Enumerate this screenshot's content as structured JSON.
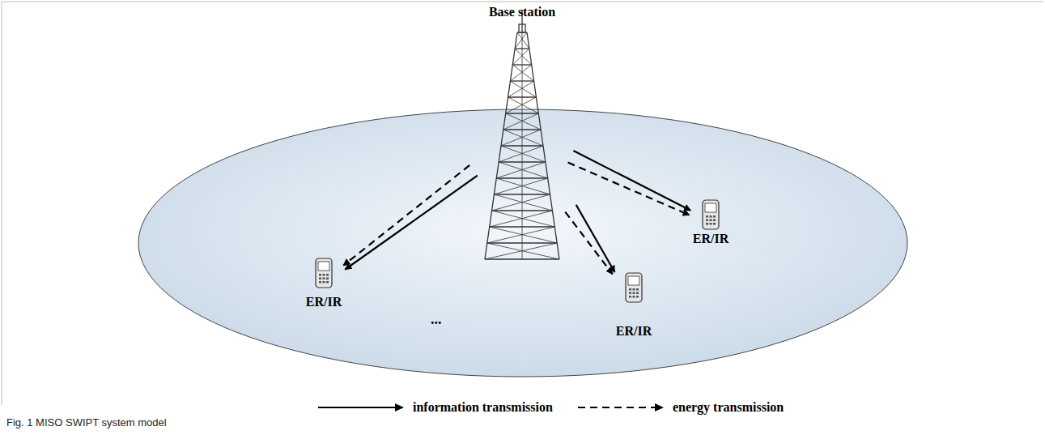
{
  "diagram": {
    "caption": "Fig. 1 MISO SWIPT system model",
    "nodes": [
      {
        "text": [
          "Base station"
        ]
      },
      {
        "text": [
          "ER/IR"
        ]
      },
      {
        "text": [
          "ER/IR"
        ]
      },
      {
        "text": [
          "ER/IR"
        ]
      }
    ],
    "edges": [
      {
        "from": 0,
        "to": 1,
        "arrow": "to"
      },
      {
        "from": 0,
        "to": 1,
        "arrow": "to"
      },
      {
        "from": 0,
        "to": 2,
        "arrow": "to"
      },
      {
        "from": 0,
        "to": 2,
        "arrow": "to"
      },
      {
        "from": 0,
        "to": 3,
        "arrow": "to"
      },
      {
        "from": 0,
        "to": 3,
        "arrow": "to"
      }
    ],
    "labels": [
      "..."
    ],
    "legend": [
      {
        "text": "information transmission"
      },
      {
        "text": "energy transmission"
      }
    ]
  }
}
